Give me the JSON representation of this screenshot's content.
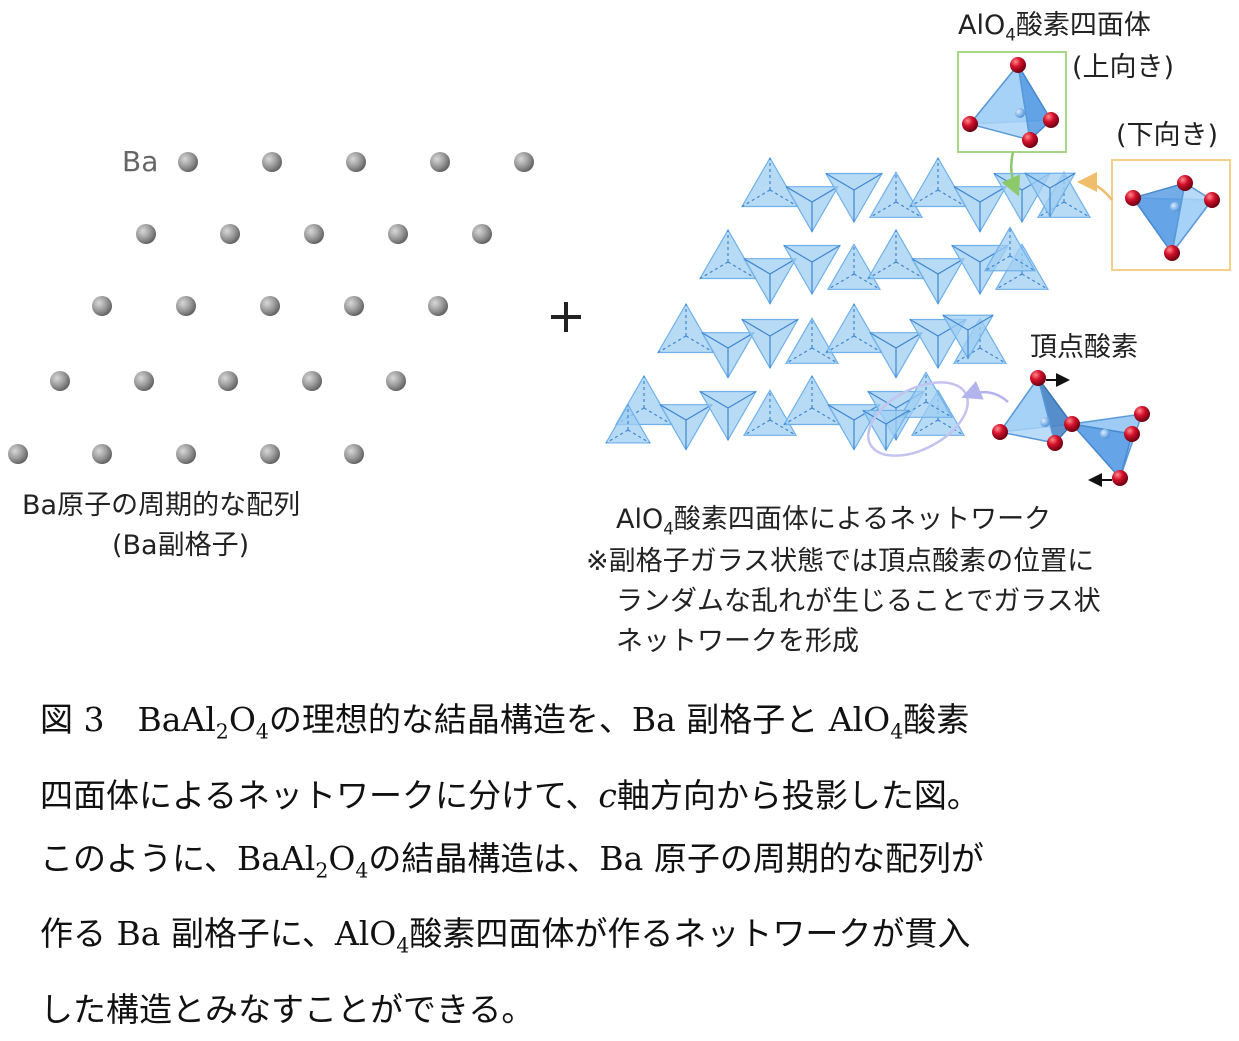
{
  "lattice": {
    "ba_symbol": "Ba",
    "title_line1": "Ba原子の周期的な配列",
    "title_line2": "(Ba副格子)",
    "atom_color": "#8a8a8a"
  },
  "plus_sign": "+",
  "tetra_up": {
    "title_pre": "AlO",
    "title_sub": "4",
    "title_post": "酸素四面体",
    "direction": "(上向き)",
    "frame_color": "#a6d785"
  },
  "tetra_down": {
    "direction": "(下向き)",
    "frame_color": "#f3cf8a"
  },
  "apex_label": "頂点酸素",
  "network": {
    "title_pre": "AlO",
    "title_sub": "4",
    "title_post": "酸素四面体によるネットワーク",
    "note_line1": "※副格子ガラス状態では頂点酸素の位置に",
    "note_line2": "ランダムな乱れが生じることでガラス状",
    "note_line3": "ネットワークを形成",
    "tetra_color": "#9fcdf2",
    "oxygen_color": "#c8102e"
  },
  "caption": {
    "line1_a": "図 3　BaAl",
    "line1_s1": "2",
    "line1_b": "O",
    "line1_s2": "4",
    "line1_c": "の理想的な結晶構造を、Ba 副格子と AlO",
    "line1_s3": "4",
    "line1_d": "酸素",
    "line2_a": "四面体によるネットワークに分けて、",
    "line2_axis": "c",
    "line2_b": "軸方向から投影した図。",
    "line3_a": "このように、BaAl",
    "line3_s1": "2",
    "line3_b": "O",
    "line3_s2": "4",
    "line3_c": "の結晶構造は、Ba 原子の周期的な配列が",
    "line4_a": "作る Ba 副格子に、AlO",
    "line4_s1": "4",
    "line4_b": "酸素四面体が作るネットワークが貫入",
    "line5": "した構造とみなすことができる。"
  }
}
